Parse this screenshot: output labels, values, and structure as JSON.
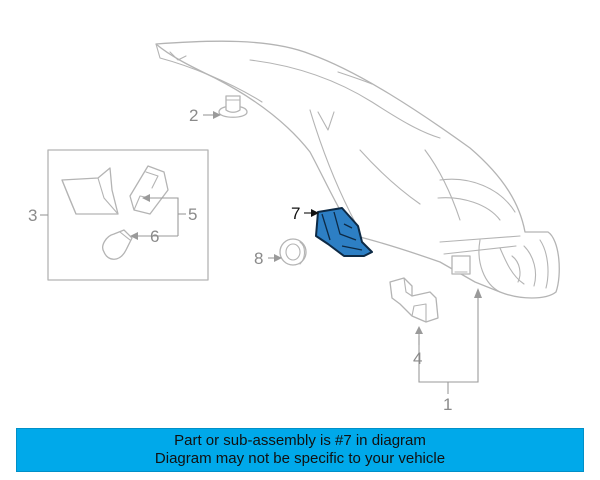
{
  "callouts": {
    "c1": "1",
    "c2": "2",
    "c3": "3",
    "c4": "4",
    "c5": "5",
    "c6": "6",
    "c7": "7",
    "c8": "8"
  },
  "highlight": {
    "part_number": "7",
    "color": "#2d7fc4",
    "outline_color": "#0d2a45"
  },
  "banner": {
    "line1": "Part or sub-assembly is #7 in diagram",
    "line2": "Diagram may not be specific to your vehicle",
    "background": "#00a9ea"
  }
}
